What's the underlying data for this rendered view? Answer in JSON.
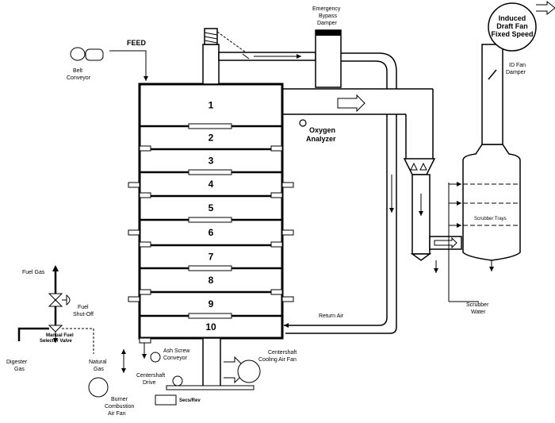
{
  "labels": {
    "feed": "FEED",
    "belt_conveyor": [
      "Belt",
      "Conveyor"
    ],
    "emergency_bypass": [
      "Emergency",
      "Bypass",
      "Damper"
    ],
    "induced_draft_fan": [
      "Induced",
      "Draft Fan",
      "Fixed Speed"
    ],
    "id_fan_damper": [
      "ID Fan",
      "Damper"
    ],
    "oxygen_analyzer": [
      "Oxygen",
      "Analyzer"
    ],
    "scrubber_trays": "Scrubber Trays",
    "scrubber_water": [
      "Scrubber",
      "Water"
    ],
    "return_air": "Return Air",
    "fuel_gas": "Fuel Gas",
    "fuel_shutoff": [
      "Fuel",
      "Shut-Off"
    ],
    "manual_fuel_valve": [
      "Manual Fuel",
      "Selector Valve"
    ],
    "digester_gas": [
      "Digester",
      "Gas"
    ],
    "natural_gas": [
      "Natural",
      "Gas"
    ],
    "burner_air_fan": [
      "Burner",
      "Combustion",
      "Air Fan"
    ],
    "ash_screw": [
      "Ash Screw",
      "Conveyor"
    ],
    "centershaft_cooling": [
      "Centershaft",
      "Cooling Air Fan"
    ],
    "centershaft_drive": [
      "Centershaft",
      "Drive"
    ],
    "secs_rev": "Secs/Rev"
  },
  "hearths": [
    "1",
    "2",
    "3",
    "4",
    "5",
    "6",
    "7",
    "8",
    "9",
    "10"
  ]
}
